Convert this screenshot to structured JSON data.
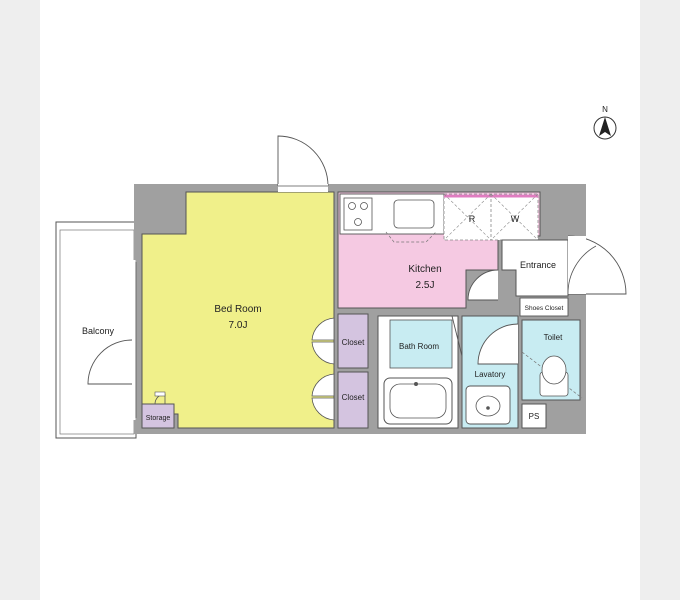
{
  "plan": {
    "colors": {
      "wall": "#a0a0a0",
      "bedroom": "#f0f08a",
      "kitchen": "#f5c9e2",
      "wet": "#c8ecf2",
      "storage": "#d4c4e0",
      "line": "#555555"
    },
    "compass": {
      "label": "N"
    },
    "rooms": {
      "bed_room": {
        "name": "Bed Room",
        "size": "7.0J"
      },
      "kitchen": {
        "name": "Kitchen",
        "size": "2.5J"
      },
      "balcony": {
        "name": "Balcony"
      },
      "entrance": {
        "name": "Entrance"
      },
      "shoes_closet": {
        "name": "Shoes Closet"
      },
      "closet_upper": {
        "name": "Closet"
      },
      "closet_lower": {
        "name": "Closet"
      },
      "bath_room": {
        "name": "Bath Room"
      },
      "lavatory": {
        "name": "Lavatory"
      },
      "toilet": {
        "name": "Toilet"
      },
      "storage": {
        "name": "Storage"
      },
      "ps": {
        "name": "PS"
      }
    },
    "appliances": {
      "refrigerator": "R",
      "washer": "W"
    }
  }
}
